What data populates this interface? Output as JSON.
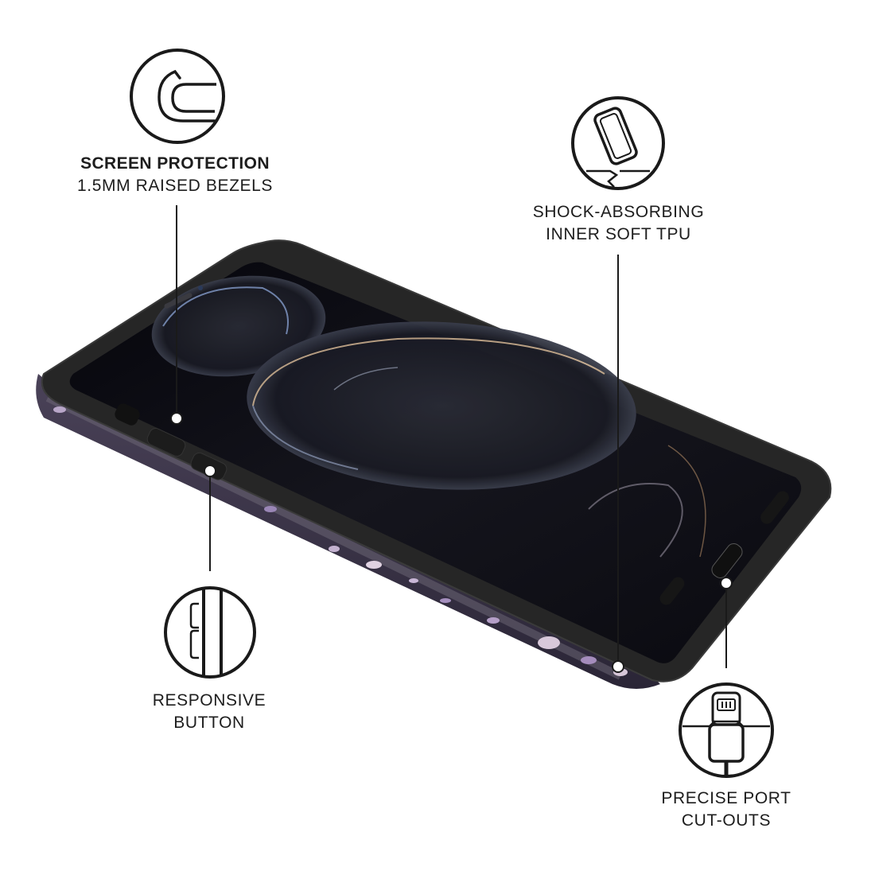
{
  "features": {
    "screen_protection": {
      "title": "SCREEN PROTECTION",
      "subtitle": "1.5MM RAISED BEZELS",
      "icon": "screen-protection-icon"
    },
    "shock_absorbing": {
      "line1": "SHOCK-ABSORBING",
      "line2": "INNER SOFT TPU",
      "icon": "phone-drop-icon"
    },
    "responsive_button": {
      "line1": "RESPONSIVE",
      "line2": "BUTTON",
      "icon": "side-button-icon"
    },
    "precise_port": {
      "line1": "PRECISE PORT",
      "line2": "CUT-OUTS",
      "icon": "lightning-cable-icon"
    }
  },
  "colors": {
    "background": "#ffffff",
    "ink": "#1a1a1a",
    "case_bumper": "#232323",
    "screen": "#0c0c14",
    "case_pattern": "#3b3548",
    "pattern_accent": "#b8a6c8"
  }
}
